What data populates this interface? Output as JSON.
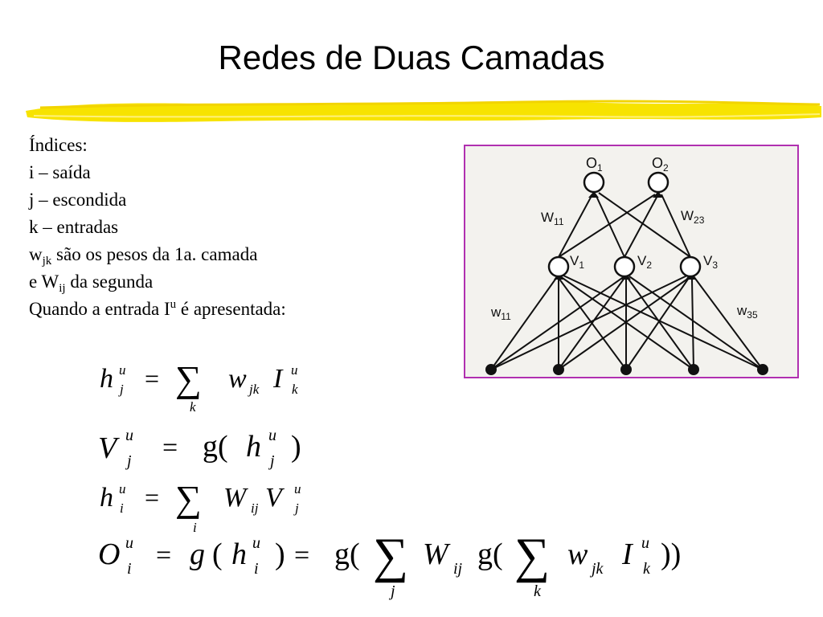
{
  "slide": {
    "title": "Redes de Duas Camadas"
  },
  "indices": {
    "heading": "Índices:",
    "i_line": "i – saída",
    "j_line": "j – escondida",
    "k_line": "k – entradas",
    "w_letter": "w",
    "w_sub": "jk",
    "w_text": " são os pesos da 1a. camada",
    "W_prefix": "e W",
    "W_sub": "ij",
    "W_text": " da segunda",
    "input_prefix": "Quando a entrada I",
    "input_sup": "u",
    "input_text": " é apresentada:"
  },
  "network": {
    "outputs": [
      {
        "letter": "O",
        "sub": "1"
      },
      {
        "letter": "O",
        "sub": "2"
      }
    ],
    "hidden": [
      {
        "letter": "V",
        "sub": "1"
      },
      {
        "letter": "V",
        "sub": "2"
      },
      {
        "letter": "V",
        "sub": "3"
      }
    ],
    "weight_labels": [
      {
        "letter": "W",
        "sub": "11"
      },
      {
        "letter": "W",
        "sub": "23"
      },
      {
        "letter": "w",
        "sub": "11"
      },
      {
        "letter": "w",
        "sub": "35"
      }
    ],
    "colors": {
      "border": "#b030b0",
      "background": "#f3f2ee"
    }
  },
  "equations": {
    "sum_symbol": "∑",
    "eq1": {
      "h": "h",
      "sup": "u",
      "sub": "j",
      "eq": "=",
      "sum_index": "k",
      "w": "w",
      "w_sub": "jk",
      "I": "I",
      "I_sup": "u",
      "I_sub": "k"
    },
    "eq2": {
      "V": "V",
      "sup": "u",
      "sub": "j",
      "eq": "=",
      "g_open": "g(",
      "h": "h",
      "h_sup": "u",
      "h_sub": "j",
      "close": ")"
    },
    "eq3": {
      "h": "h",
      "sup": "u",
      "sub": "i",
      "eq": "=",
      "sum_index": "i",
      "W": "W",
      "W_sub": "ij",
      "V": "V",
      "V_sup": "u",
      "V_sub": "j"
    },
    "eq4": {
      "O": "O",
      "sup": "u",
      "sub": "i",
      "eq": "=",
      "g": "g",
      "open": "(",
      "h": "h",
      "h_sup": "u",
      "h_sub": "i",
      "close": ")",
      "eq2": "=",
      "g_open": "g(",
      "sum_index1": "j",
      "W": "W",
      "W_sub": "ij",
      "g_open2": "g(",
      "sum_index2": "k",
      "w": "w",
      "w_sub": "jk",
      "I": "I",
      "I_sup": "u",
      "I_sub": "k",
      "close2": "))"
    }
  }
}
